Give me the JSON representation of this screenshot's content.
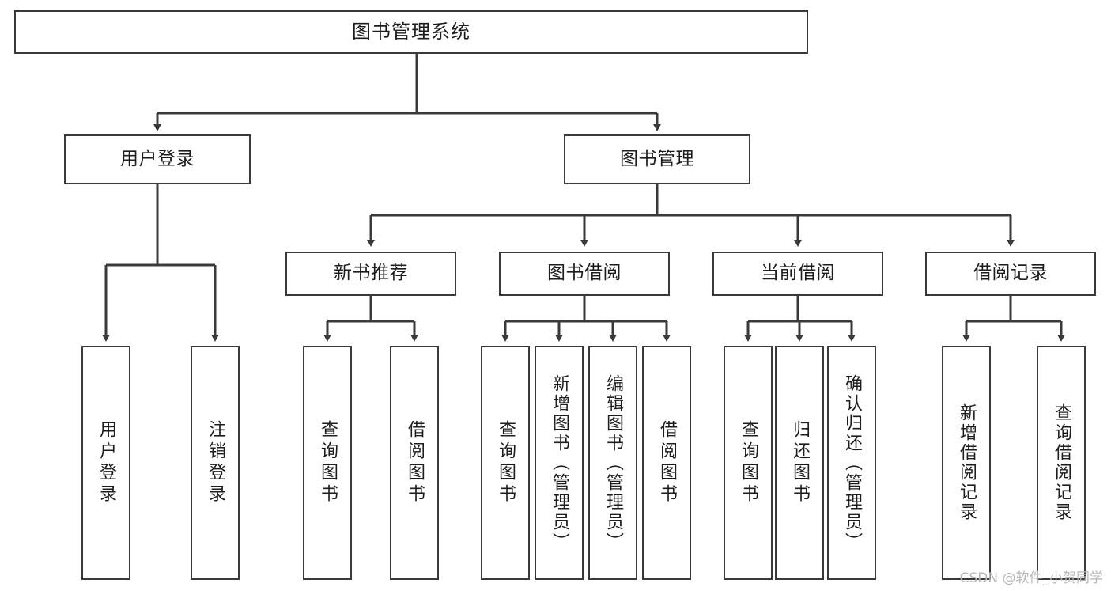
{
  "diagram": {
    "type": "tree-hierarchy-chart",
    "title": "图书管理系统",
    "line_color": "#3a3a3a",
    "box_fill": "#ffffff",
    "text_color": "#1d1d1d",
    "nodes": {
      "root": {
        "label": "图书管理系统"
      },
      "level2": [
        {
          "label": "用户登录"
        },
        {
          "label": "图书管理"
        }
      ],
      "level3": [
        {
          "label": "新书推荐"
        },
        {
          "label": "图书借阅"
        },
        {
          "label": "当前借阅"
        },
        {
          "label": "借阅记录"
        }
      ],
      "leaves": {
        "user_login": [
          {
            "label": "用户登录"
          },
          {
            "label": "注销登录"
          }
        ],
        "new_book_recommend": [
          {
            "label": "查询图书"
          },
          {
            "label": "借阅图书"
          }
        ],
        "book_borrow": [
          {
            "label": "查询图书"
          },
          {
            "label": "新增图书（管理员）"
          },
          {
            "label": "编辑图书（管理员）"
          },
          {
            "label": "借阅图书"
          }
        ],
        "current_borrow": [
          {
            "label": "查询图书"
          },
          {
            "label": "归还图书"
          },
          {
            "label": "确认归还（管理员）"
          }
        ],
        "borrow_record": [
          {
            "label": "新增借阅记录"
          },
          {
            "label": "查询借阅记录"
          }
        ]
      }
    }
  },
  "watermark": {
    "text": "CSDN @软件_小贺同学"
  }
}
